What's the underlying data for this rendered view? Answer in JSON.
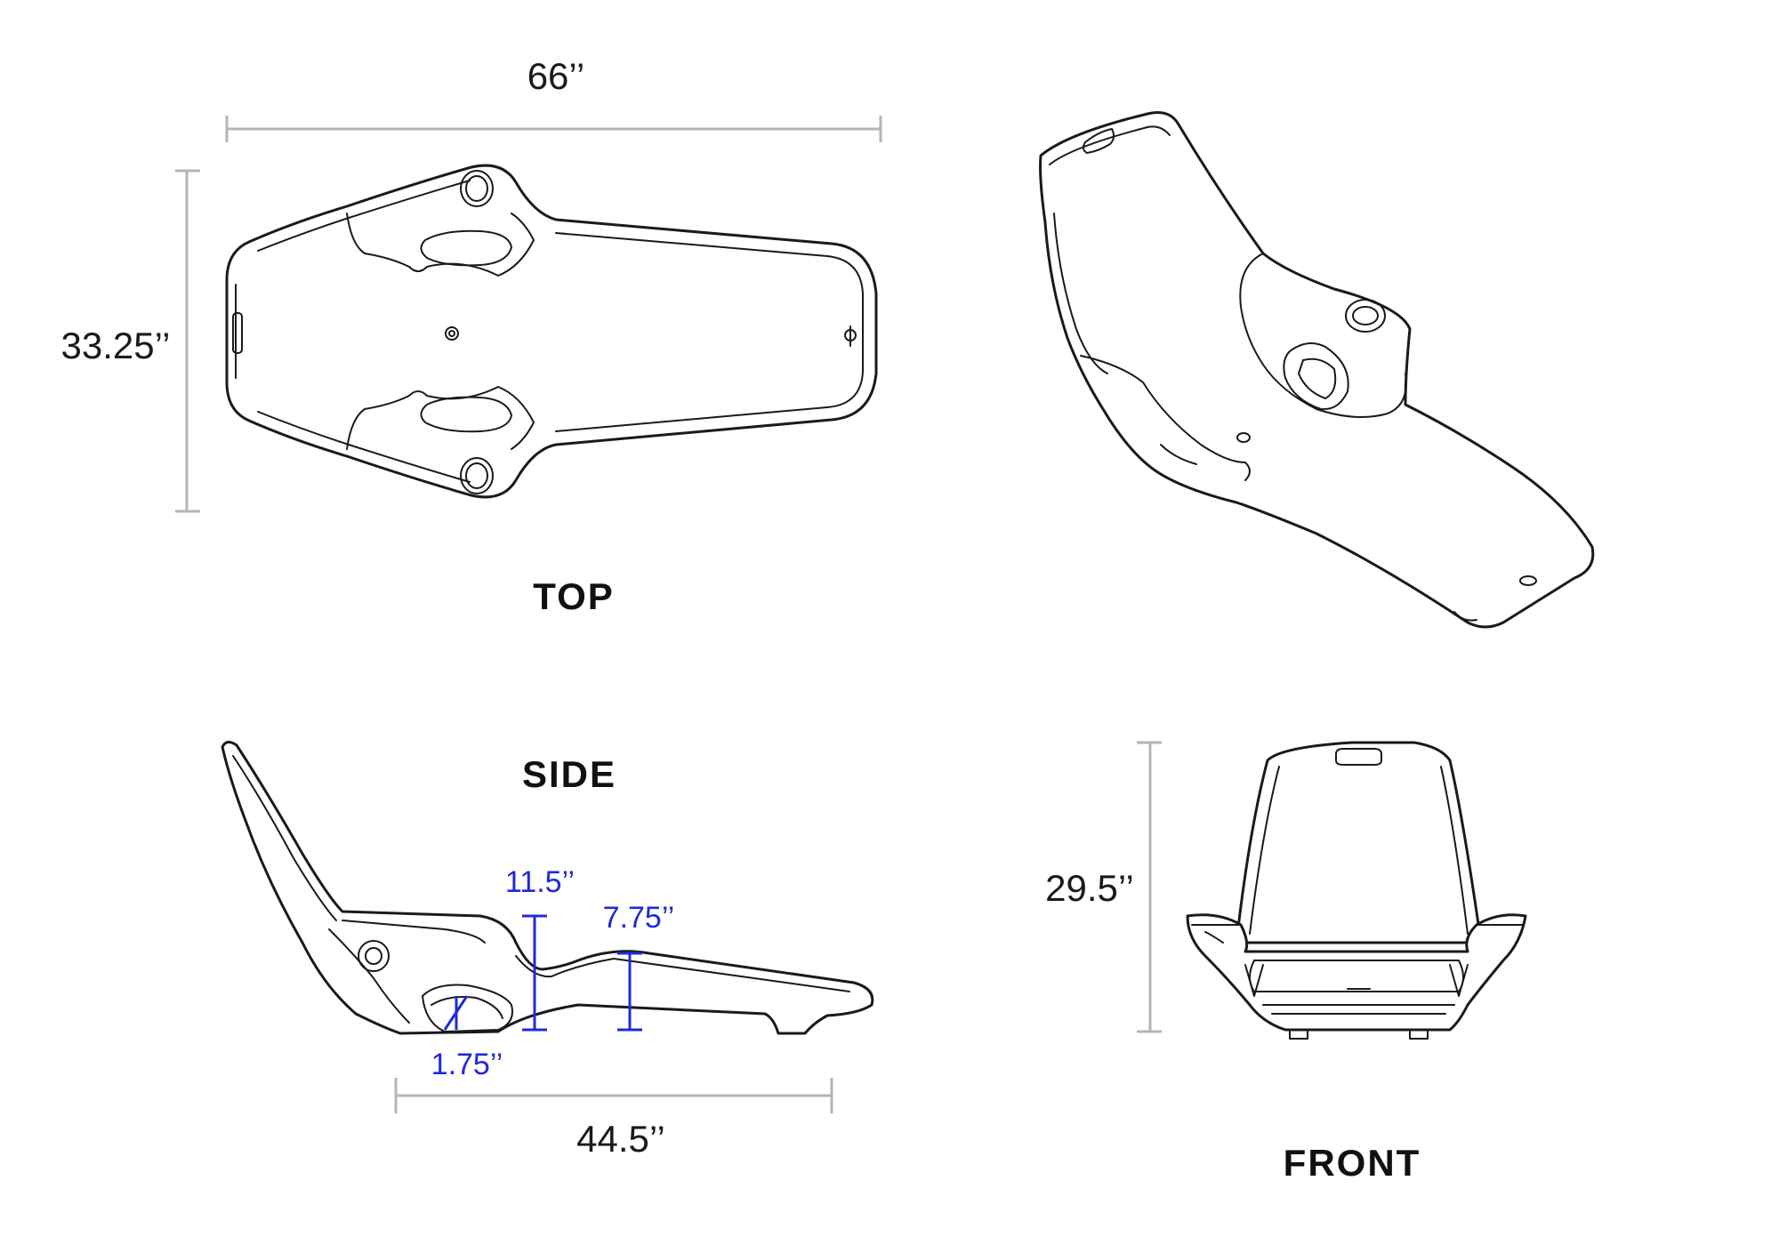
{
  "views": {
    "top": "TOP",
    "side": "SIDE",
    "front": "FRONT"
  },
  "dimensions": {
    "length": "66’’",
    "width": "33.25’’",
    "seat_length": "44.5’’",
    "back_height": "29.5’’",
    "seat_height": "11.5’’",
    "leg_height": "7.75’’",
    "base_clearance": "1.75’’"
  },
  "colors": {
    "dimension_line": "#b5b5b5",
    "outline": "#1a1a1a",
    "accent_dimension": "#1f2bd6"
  }
}
